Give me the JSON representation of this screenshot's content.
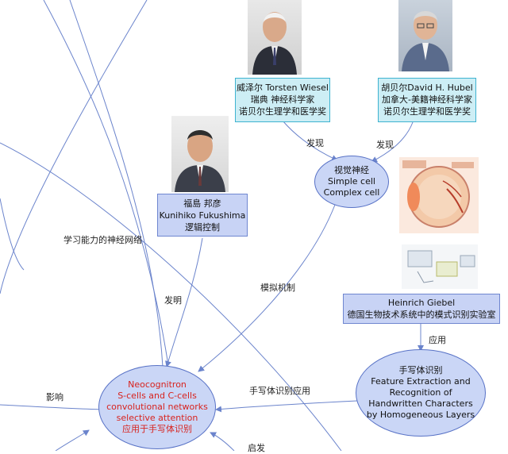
{
  "nodes": {
    "wiesel": {
      "lines": [
        "威泽尔 Torsten Wiesel",
        "瑞典 神经科学家",
        "诺贝尔生理学和医学奖"
      ]
    },
    "hubel": {
      "lines": [
        "胡贝尔David H. Hubel",
        "加拿大-美籍神经科学家",
        "诺贝尔生理学和医学奖"
      ]
    },
    "visual": {
      "lines": [
        "视觉神经",
        "Simple cell",
        "Complex cell"
      ]
    },
    "fukushima": {
      "lines": [
        "福島 邦彦",
        "Kunihiko Fukushima",
        "逻辑控制"
      ]
    },
    "giebel": {
      "lines": [
        "Heinrich Giebel",
        "德国生物技术系统中的模式识别实验室"
      ]
    },
    "handwriting": {
      "lines": [
        "手写体识别",
        "Feature Extraction and",
        "Recognition of",
        "Handwritten Characters",
        "by Homogeneous Layers"
      ]
    },
    "neocognitron": {
      "lines": [
        "Neocognitron",
        "S-cells and C-cells",
        "convolutional networks",
        "selective attention",
        "应用于手写体识别"
      ]
    }
  },
  "edge_labels": {
    "discover_left": "发现",
    "discover_right": "发现",
    "learning_network": "学习能力的神经网络",
    "invent": "发明",
    "simulate": "模拟机制",
    "apply": "应用",
    "handwriting_apply": "手写体识别应用",
    "influence": "影响",
    "inspire": "启发"
  },
  "colors": {
    "node_fill": "#c8d3f5",
    "node_border": "#6f86d0",
    "person_fill": "#cdeef5",
    "person_border": "#3fb3d0",
    "edge": "#6b84cc",
    "highlight_text": "#d8231e"
  }
}
